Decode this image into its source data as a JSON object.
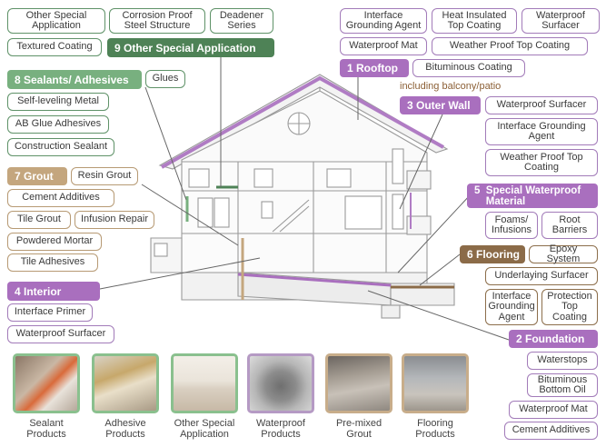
{
  "sections": {
    "other_special": {
      "header": "9  Other Special Application",
      "items": [
        "Other Special\nApplication",
        "Corrosion Proof\nSteel Structure",
        "Deadener\nSeries",
        "Textured Coating"
      ]
    },
    "sealants": {
      "header": "8  Sealants/ Adhesives",
      "items": [
        "Glues",
        "Self-leveling Metal",
        "AB Glue Adhesives",
        "Construction Sealant"
      ]
    },
    "grout": {
      "header": "7  Grout",
      "items": [
        "Resin Grout",
        "Cement Additives",
        "Tile Grout",
        "Infusion Repair",
        "Powdered Mortar",
        "Tile Adhesives"
      ]
    },
    "interior": {
      "header": "4  Interior",
      "items": [
        "Interface Primer",
        "Waterproof Surfacer"
      ]
    },
    "rooftop": {
      "header": "1  Rooftop",
      "items": [
        "Interface\nGrounding Agent",
        "Heat Insulated\nTop Coating",
        "Waterproof\nSurfacer",
        "Waterproof Mat",
        "Weather Proof Top Coating",
        "Bituminous Coating"
      ]
    },
    "outer_wall": {
      "note": "including balcony/patio",
      "header": "3  Outer Wall",
      "items": [
        "Waterproof Surfacer",
        "Interface Grounding\nAgent",
        "Weather Proof Top\nCoating"
      ]
    },
    "special_waterproof": {
      "header": "5  Special Waterproof\n    Material",
      "items": [
        "Foams/\nInfusions",
        "Root\nBarriers"
      ]
    },
    "flooring": {
      "header": "6  Flooring",
      "items": [
        "Epoxy System",
        "Underlaying Surfacer",
        "Interface\nGrounding\nAgent",
        "Protection\nTop\nCoating"
      ]
    },
    "foundation": {
      "header": "2  Foundation",
      "items": [
        "Waterstops",
        "Bituminous\nBottom Oil",
        "Waterproof Mat",
        "Cement Additives"
      ]
    }
  },
  "products": [
    {
      "label": "Sealant\nProducts",
      "icon": "sealant-gun-photo"
    },
    {
      "label": "Adhesive\nProducts",
      "icon": "adhesive-pour-photo"
    },
    {
      "label": "Other Special\nApplication",
      "icon": "living-room-photo"
    },
    {
      "label": "Waterproof\nProducts",
      "icon": "waterproof-roll-photo"
    },
    {
      "label": "Pre-mixed\nGrout",
      "icon": "grout-photo"
    },
    {
      "label": "Flooring\nProducts",
      "icon": "flooring-photo"
    }
  ],
  "colors": {
    "dark_green": "#4e8256",
    "light_green": "#78b07f",
    "purple": "#a96fbe",
    "tan": "#c4a67e",
    "brown": "#8b6b48"
  }
}
